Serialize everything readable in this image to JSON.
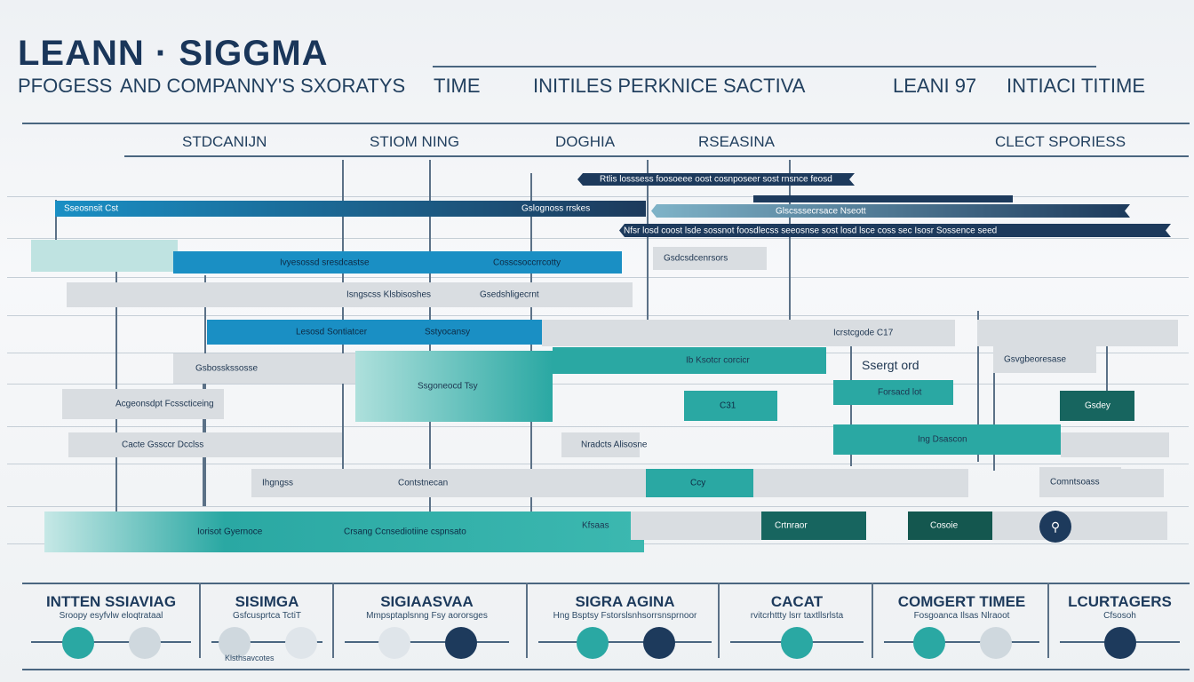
{
  "header": {
    "title": "LEANN · SIGGMA",
    "subtitles": [
      "PFOGESS",
      "AND COMPANNY'S SXORATYS",
      "TIME",
      "INITILES PERKNICE SACTIVA",
      "LEANI 97",
      "INTIACI TITIME"
    ]
  },
  "columns": [
    "STDCANIJN",
    "STIOM NING",
    "DOGHIA",
    "RSEASINA",
    "CLECT SPORIESS"
  ],
  "bars": [
    "Rtlis losssess foosoeee oost cosnposeer sost rnsnce feosd",
    "Sseosnsit Cst",
    "Gslognoss rrskes",
    "Glscsssecrsace Nseott",
    "Nfsr losd coost lsde sossnot foosdlecss seeosnse sost losd lsce coss sec Isosr Sossence seed",
    "Ivyesossd sresdcastse",
    "Cosscsoccrrcotty",
    "Gsdcsdcenrsors",
    "Isngscss Klsbisoshes",
    "Gsedshligecrnt",
    "Lesosd Sontiatcer",
    "Sstyocansy",
    "Icrstcgode C17",
    "Gsbosskssosse",
    "Ib Ksotcr corcicr",
    "Ssergt ord",
    "Gsvgbeoresase",
    "Acgeonsdpt Fcsscticeing",
    "Ssgoneocd Tsy",
    "C31",
    "Forsacd lot",
    "Gsdey",
    "Cacte Gssccr Dcclss",
    "Nradcts Alisosne",
    "Ing Dsascon",
    "Ihgngss",
    "Contstnecan",
    "Ccy",
    "Comntsoass",
    "Iorisot Gyernoce",
    "Crsang Ccnsediotiine cspnsato",
    "Kfsaas",
    "Crtnraor",
    "Cosoie"
  ],
  "panels": [
    {
      "title": "INTTEN SSIAVIAG",
      "sub": "Sroopy esyfvlw eloqtrataal"
    },
    {
      "title": "SISIMGA",
      "sub": "Gsfcusprtca TctiT",
      "note": "Klsthsavcotes"
    },
    {
      "title": "SIGIAASVAA",
      "sub": "Mmpsptaplsnng Fsy aororsges"
    },
    {
      "title": "SIGRA AGINA",
      "sub": "Hng Bsptsy Fstorslsnhsorrsnsprnoor"
    },
    {
      "title": "CACAT",
      "sub": "rvitcrhttty lsrr taxtllsrlsta"
    },
    {
      "title": "COMGERT TIMEE",
      "sub": "Fosgoanca Ilsas Nlraoot"
    },
    {
      "title": "LCURTAGERS",
      "sub": "Cfsosoh"
    }
  ],
  "colors": {
    "navy": "#1d3a5c",
    "blue": "#1a8fc4",
    "teal": "#2aa8a3",
    "darkteal": "#17655f",
    "gray": "#d9dde1"
  }
}
